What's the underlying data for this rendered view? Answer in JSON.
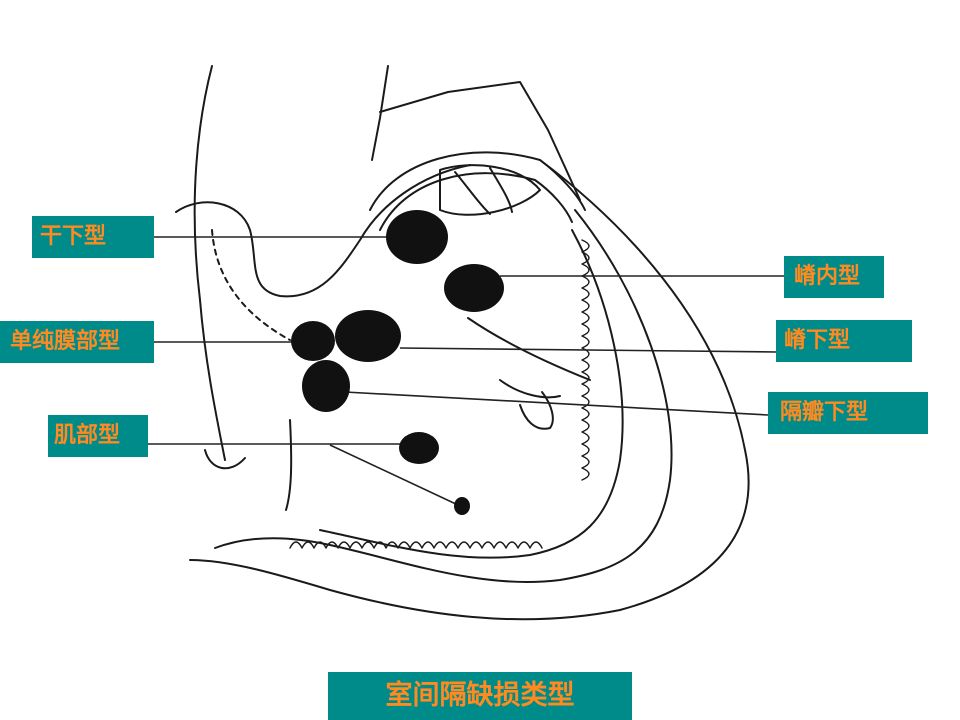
{
  "labels": {
    "ganxia": "干下型",
    "danchun": "单纯膜部型",
    "jibu": "肌部型",
    "jinei": "嵴内型",
    "jixia": "嵴下型",
    "gebanxia": "隔瓣下型"
  },
  "title": "室间隔缺损类型",
  "colors": {
    "label_bg": "#008b8b",
    "label_text": "#ff8a1f",
    "defect": "#111111",
    "ink": "#1a1a1a"
  }
}
